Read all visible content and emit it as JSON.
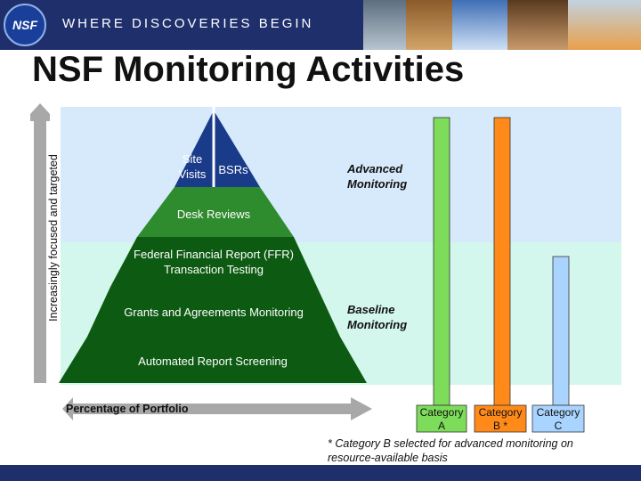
{
  "banner": {
    "logo_text": "NSF",
    "tagline": "WHERE DISCOVERIES BEGIN"
  },
  "title": "NSF Monitoring Activities",
  "axis_label": "Increasingly focused and targeted",
  "bottom_axis_label": "Percentage of Portfolio",
  "pyramid": {
    "levels": [
      {
        "label": "Site Visits"
      },
      {
        "label": "BSRs"
      },
      {
        "label": "Desk Reviews"
      },
      {
        "label": "Federal Financial Report (FFR) Transaction Testing"
      },
      {
        "label": "Grants and Agreements Monitoring"
      },
      {
        "label": "Automated Report Screening"
      }
    ]
  },
  "notes": {
    "advanced": "Advanced Monitoring",
    "baseline": "Baseline Monitoring"
  },
  "categories": [
    {
      "label_line1": "Category",
      "label_line2": "A",
      "color": "#7ddc5a"
    },
    {
      "label_line1": "Category",
      "label_line2": "B *",
      "color": "#ff8a1a"
    },
    {
      "label_line1": "Category",
      "label_line2": "C",
      "color": "#a9d4ff"
    }
  ],
  "footnote": "* Category B selected for advanced monitoring on resource-available basis",
  "colors": {
    "banner": "#1f2f6b",
    "band_top": "#d6eafb",
    "band_bottom": "#d3f7ec",
    "pyramid_dark": "#0d5a12",
    "pyramid_light": "#2e8b2e",
    "site_visits": "#1a3a8a",
    "arrow_gray": "#a8a8a8"
  }
}
